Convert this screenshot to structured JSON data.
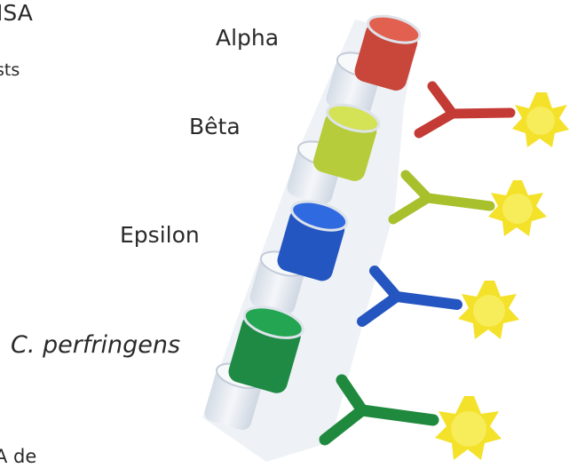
{
  "cut_text": {
    "title": "ISA",
    "subtitle": "sts",
    "bottom": "A de"
  },
  "labels": {
    "alpha": "Alpha",
    "beta": "Bêta",
    "epsilon": "Epsilon",
    "cperf": "C. perfringens"
  },
  "colors": {
    "alpha": "#c9463a",
    "beta": "#b6cc3a",
    "epsilon": "#2456c2",
    "cperf": "#1e8a44",
    "antigen": "#f4e12a",
    "strip": "#e3e8ef"
  },
  "icons": {
    "antibody": "y-shaped-antibody",
    "antigen": "spiky-antigen",
    "well": "microplate-well"
  }
}
